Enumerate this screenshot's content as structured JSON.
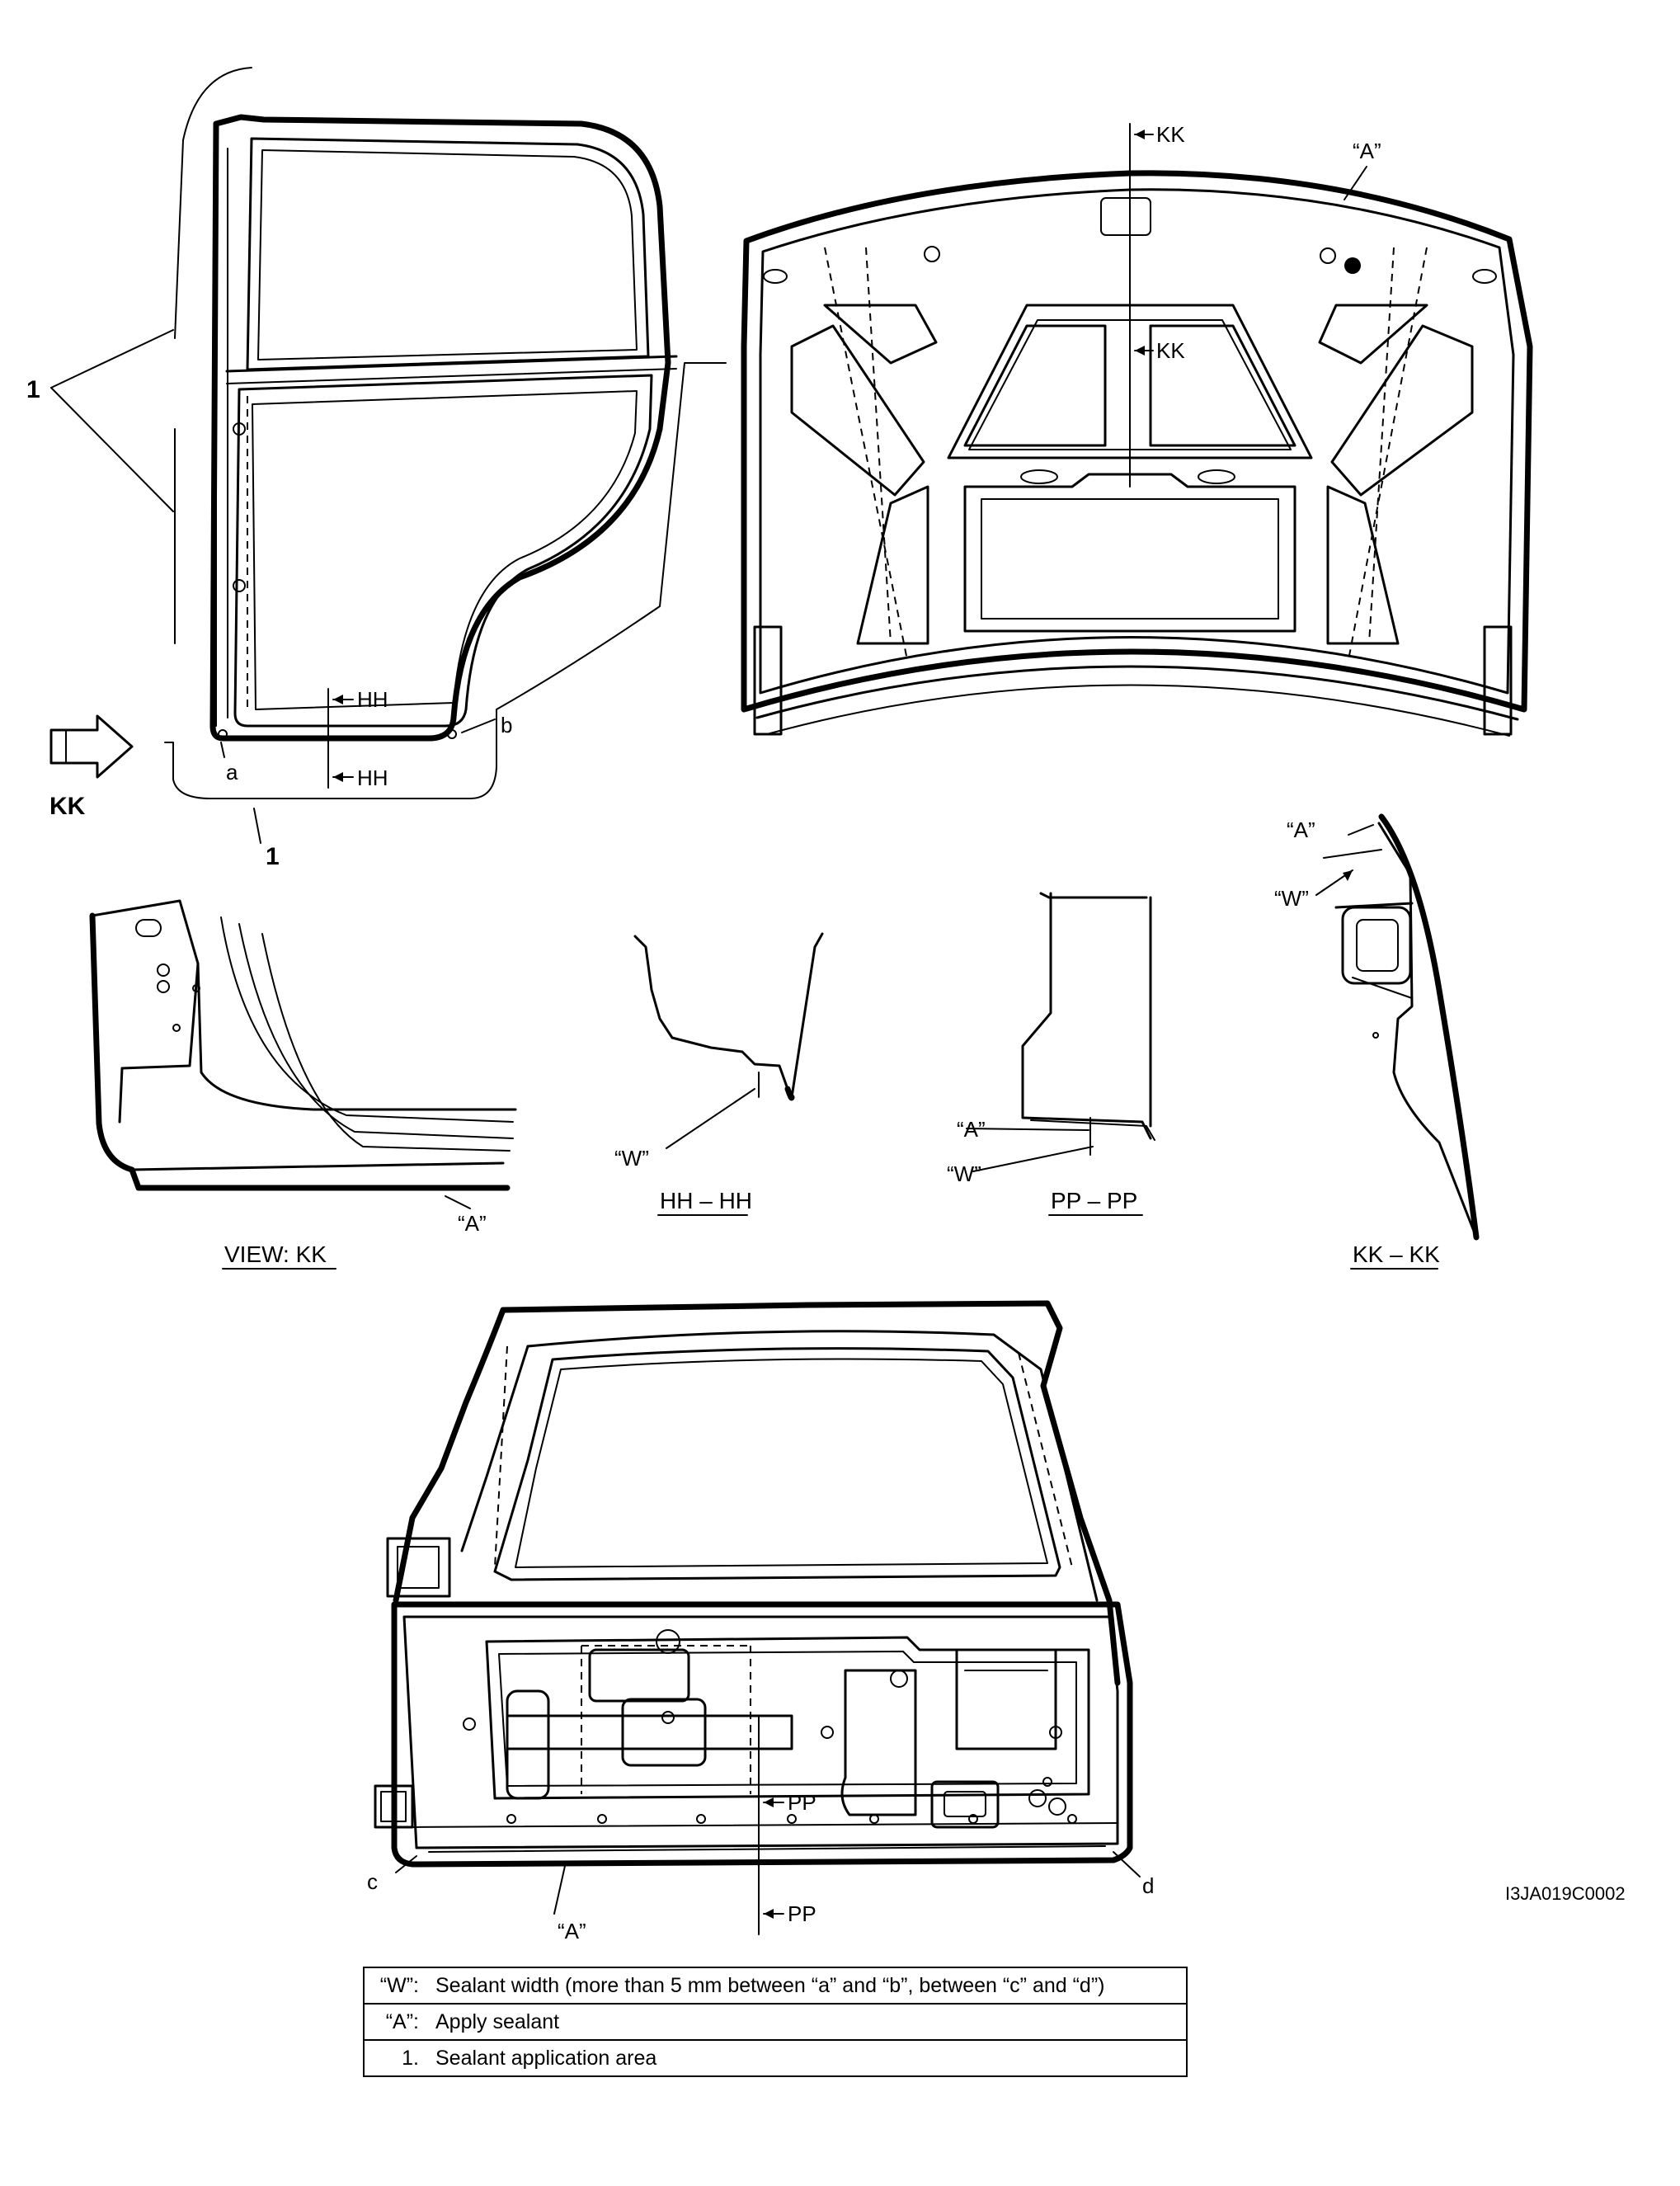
{
  "labels": {
    "item_1": "1",
    "a": "a",
    "b": "b",
    "c": "c",
    "d": "d",
    "kk": "KK",
    "hh": "HH",
    "pp": "PP",
    "A": "“A”",
    "W": "“W”"
  },
  "titles": {
    "view_kk": "VIEW: KK",
    "hh_hh": "HH – HH",
    "pp_pp": "PP – PP",
    "kk_kk": "KK – KK"
  },
  "figure_code": "I3JA019C0002",
  "legend": [
    {
      "key": "“W”:",
      "text": "Sealant width (more than 5 mm between “a” and “b”, between “c” and “d”)"
    },
    {
      "key": "“A”:",
      "text": "Apply sealant"
    },
    {
      "key": "1.",
      "text": "Sealant application area"
    }
  ]
}
